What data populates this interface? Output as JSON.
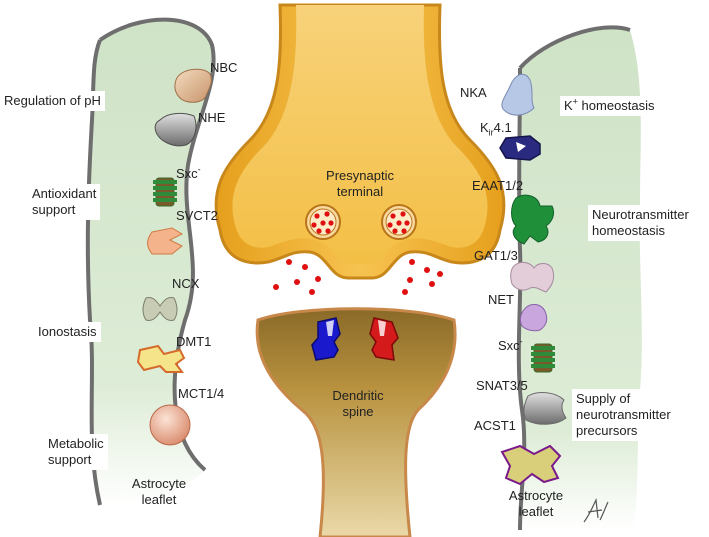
{
  "left_leaflet": {
    "title_line1": "Astrocyte",
    "title_line2": "leaflet",
    "functions": {
      "ph": "Regulation of pH",
      "antiox_1": "Antioxidant",
      "antiox_2": "support",
      "ionostasis": "Ionostasis",
      "metabolic_1": "Metabolic",
      "metabolic_2": "support"
    },
    "transporters": {
      "nbc": "NBC",
      "nhe": "NHE",
      "sxc": "Sxc",
      "sxc_sup": "-",
      "svct2": "SVCT2",
      "ncx": "NCX",
      "dmt1": "DMT1",
      "mct": "MCT1/4"
    }
  },
  "synapse": {
    "presynaptic_1": "Presynaptic",
    "presynaptic_2": "terminal",
    "dendritic_1": "Dendritic",
    "dendritic_2": "spine"
  },
  "right_leaflet": {
    "title_line1": "Astrocyte",
    "title_line2": "leaflet",
    "functions": {
      "k_sup": "+",
      "k_main": "K",
      "k_rest": " homeostasis",
      "nt_1": "Neurotransmitter",
      "nt_2": "homeostasis",
      "supply_1": "Supply of",
      "supply_2": "neurotransmitter",
      "supply_3": "precursors"
    },
    "transporters": {
      "nka": "NKA",
      "kir_k": "K",
      "kir_sub": "ir",
      "kir_rest": "4.1",
      "eaat": "EAAT1/2",
      "gat": "GAT1/3",
      "net": "NET",
      "sxc": "Sxc",
      "sxc_sup": "-",
      "snat": "SNAT3/5",
      "acst": "ACST1"
    }
  },
  "colors": {
    "astrocyte_fill": "#d9ead3",
    "astrocyte_edge": "#707070",
    "presynaptic_fill": "#f2b233",
    "dendritic_fill": "#b08a3c",
    "vesicle_red": "#e01010",
    "receptor_blue": "#1a1acc",
    "receptor_red": "#d41a1a",
    "eaat_green": "#1f8f3a",
    "kir_navy": "#2a2a80"
  },
  "icons": [
    "nbc-transporter-icon",
    "nhe-transporter-icon",
    "sxc-transporter-icon",
    "svct2-transporter-icon",
    "ncx-transporter-icon",
    "dmt1-transporter-icon",
    "mct-transporter-icon",
    "nka-pump-icon",
    "kir-channel-icon",
    "eaat-transporter-icon",
    "gat-transporter-icon",
    "net-transporter-icon",
    "snat-transporter-icon",
    "acst-transporter-icon",
    "postsynaptic-receptor-icon",
    "signature-mark"
  ]
}
